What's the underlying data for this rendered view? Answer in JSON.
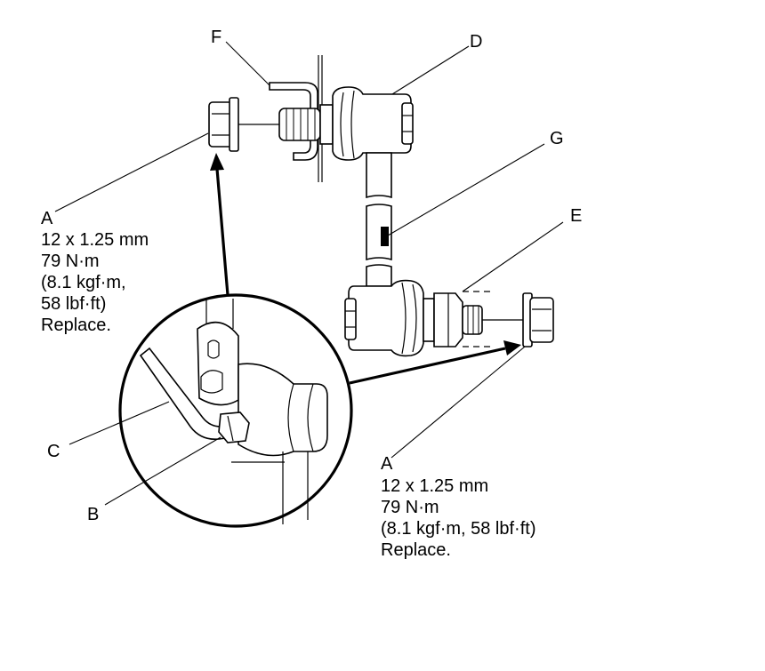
{
  "labels": {
    "F": "F",
    "D": "D",
    "G": "G",
    "E": "E",
    "C": "C",
    "B": "B",
    "A_top": "A",
    "A_bottom": "A"
  },
  "spec_top": {
    "line1": "12 x 1.25 mm",
    "line2": "79 N·m",
    "line3": "(8.1 kgf·m,",
    "line4": "58 lbf·ft)",
    "line5": "Replace."
  },
  "spec_bottom": {
    "line1": "12 x 1.25 mm",
    "line2": "79 N·m",
    "line3": "(8.1 kgf·m, 58 lbf·ft)",
    "line4": "Replace."
  },
  "colors": {
    "ink": "#000000",
    "paper": "#ffffff"
  }
}
